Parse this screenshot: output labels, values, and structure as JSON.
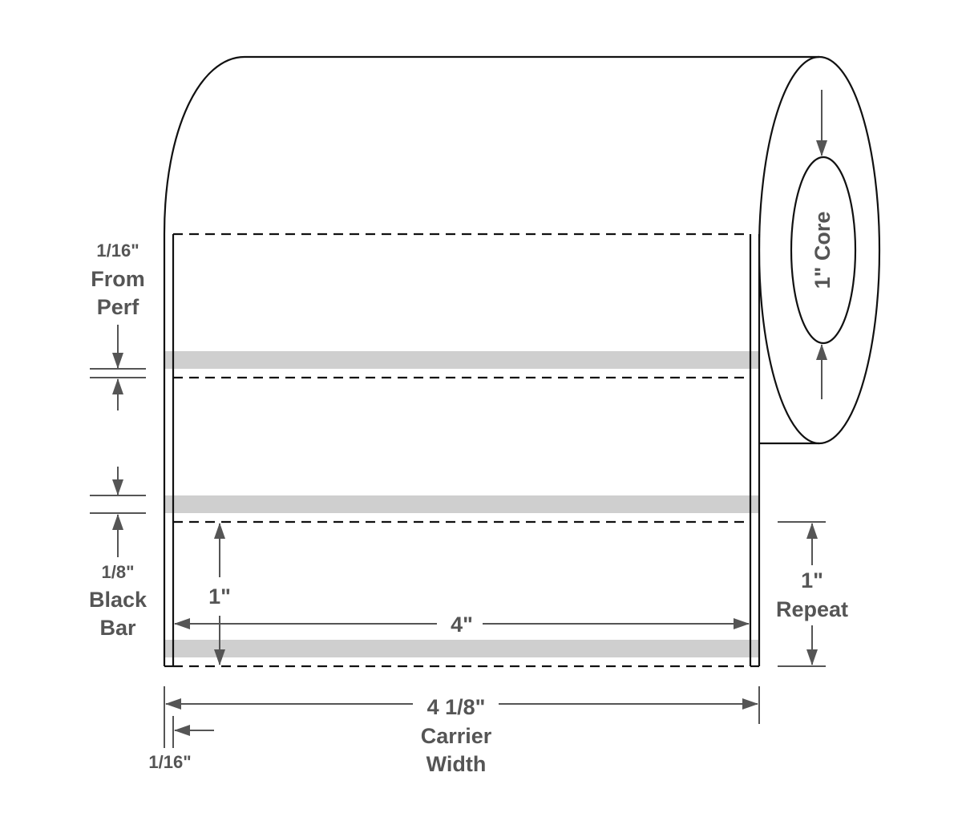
{
  "title": "Label roll dimension diagram",
  "colors": {
    "outline": "#111111",
    "dimension": "#555555",
    "black_bar": "#cfcfcf"
  },
  "labels": {
    "perf_offset": [
      "1/16\"",
      "From",
      "Perf"
    ],
    "black_bar": [
      "1/8\"",
      "Black",
      "Bar"
    ],
    "label_height": "1\"",
    "label_width": "4\"",
    "repeat": [
      "1\"",
      "Repeat"
    ],
    "carrier_width": [
      "4 1/8\"",
      "Carrier",
      "Width"
    ],
    "edge_offset": "1/16\"",
    "core": "1\" Core"
  }
}
